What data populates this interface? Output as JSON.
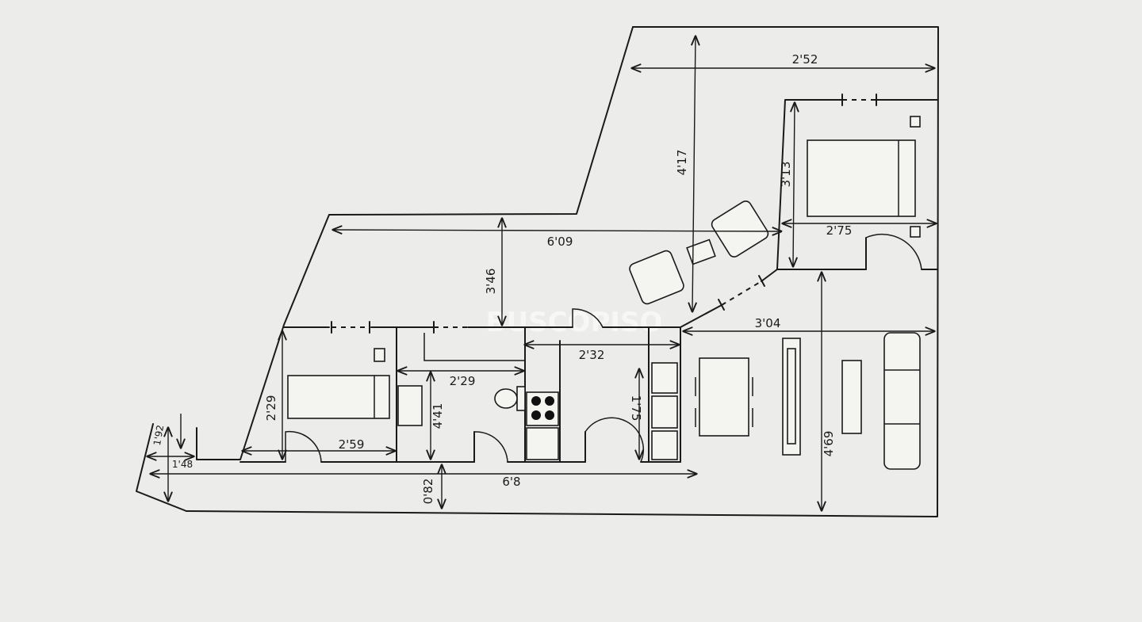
{
  "plan": {
    "dimensions": {
      "top_width": "2'52",
      "tower_height": "4'17",
      "bedroom_height": "3'13",
      "bedroom_width": "2'75",
      "corridor_length": "6'09",
      "corridor_height": "3'46",
      "living_width": "3'04",
      "kitchen_width": "2'32",
      "bath_width": "2'29",
      "bath_height": "4'41",
      "kitchen_height": "1'75",
      "room_width": "2'59",
      "room_height": "2'29",
      "entry_a": "1'92",
      "entry_b": "1'48",
      "total_width": "6'8",
      "terrace_depth": "0'82",
      "living_height": "4'69"
    },
    "watermark": "BUSCOPISO"
  }
}
